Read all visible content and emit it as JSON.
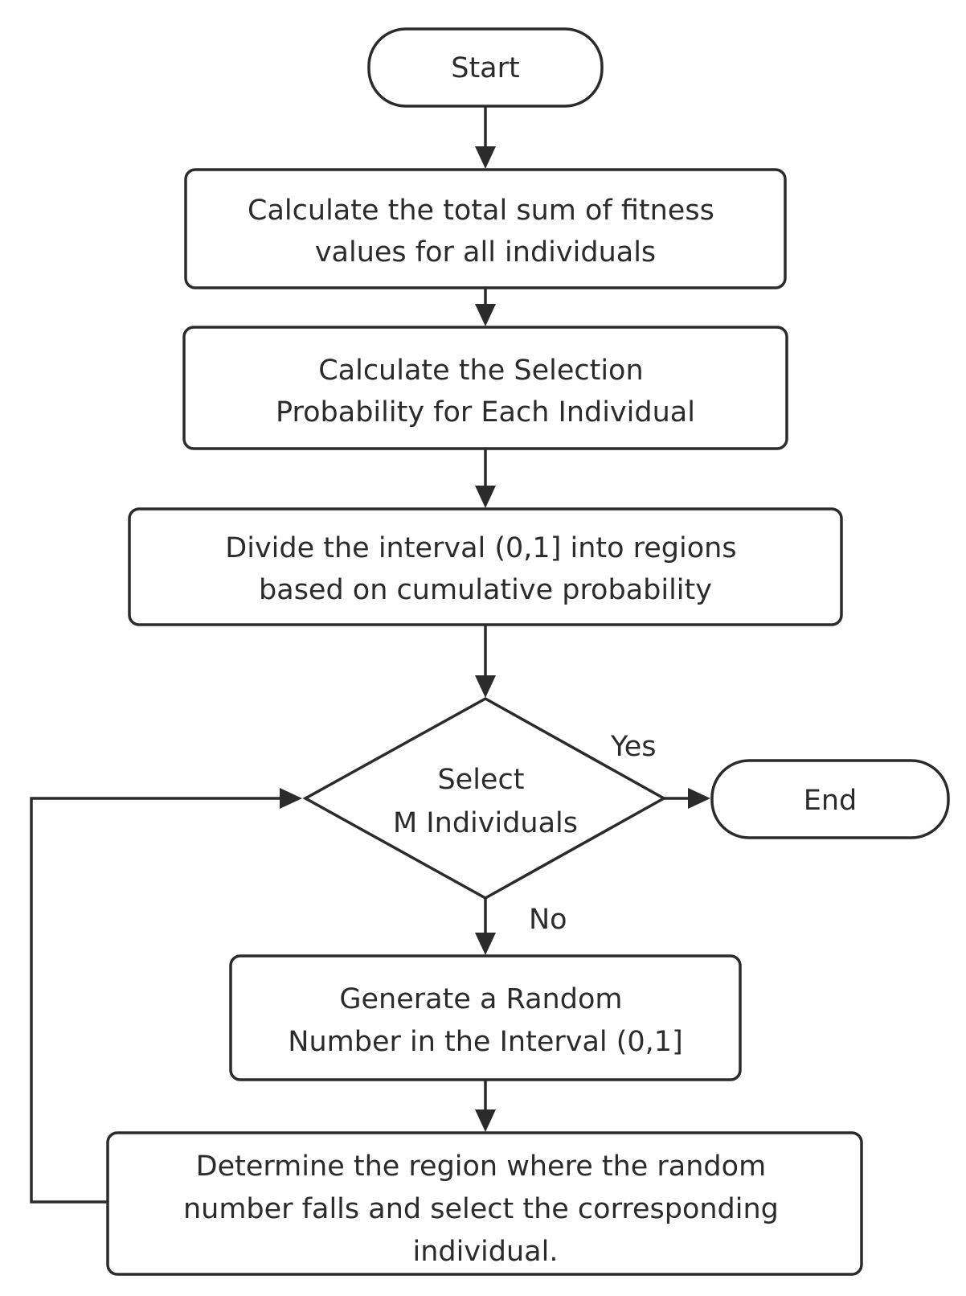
{
  "flowchart": {
    "start": "Start",
    "step1": [
      "Calculate the total sum of fitness",
      "values for all individuals"
    ],
    "step2": [
      "Calculate the Selection",
      "Probability for Each Individual"
    ],
    "step3": [
      "Divide the interval (0,1] into regions",
      "based on cumulative probability"
    ],
    "decision": [
      "Select",
      "M Individuals"
    ],
    "yes_label": "Yes",
    "no_label": "No",
    "end": "End",
    "step4": [
      "Generate a Random",
      "Number in the Interval (0,1]"
    ],
    "step5": [
      "Determine the region where the random",
      "number falls and select the corresponding",
      "individual."
    ]
  }
}
